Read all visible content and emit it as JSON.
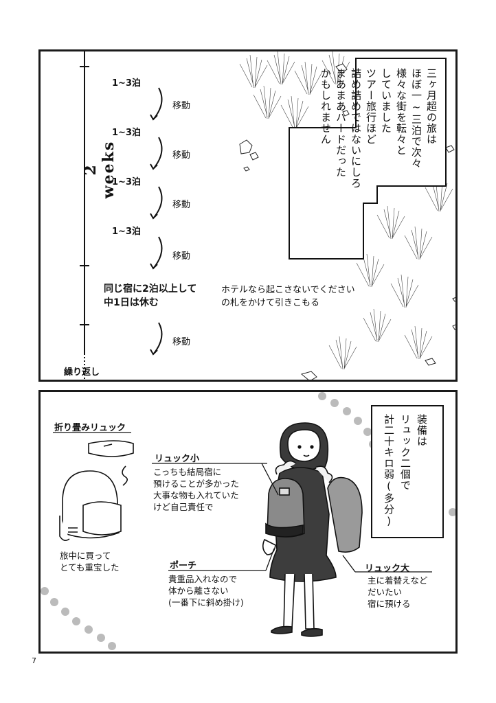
{
  "page_number": "7",
  "panel1": {
    "axis_label": "2 weeks",
    "repeat_label": "繰り返し",
    "steps": [
      {
        "stay": "1~3泊",
        "move": "移動"
      },
      {
        "stay": "1~3泊",
        "move": "移動"
      },
      {
        "stay": "1~3泊",
        "move": "移動"
      },
      {
        "stay": "1~3泊",
        "move": "移動"
      }
    ],
    "rest_title": "同じ宿に2泊以上して\n中1日は休む",
    "rest_note": "ホテルなら起こさないでください\nの札をかけて引きこもる",
    "rest_move": "移動",
    "narration": "三ヶ月超の旅は\nほぼ一~三泊で次々\n様々な街を転々と\nしていました\nツアー旅行ほど\n詰め詰めではないにしろ\nまあまあハードだった\nかもしれません"
  },
  "panel2": {
    "fold_bag_label": "折り畳みリュック",
    "fold_bag_note": "旅中に買って\nとても重宝した",
    "small_bag_label": "リュック小",
    "small_bag_note": "こっちも結局宿に\n預けることが多かった\n大事な物も入れていた\nけど自己責任で",
    "pouch_label": "ポーチ",
    "pouch_note": "貴重品入れなので\n体から離さない\n(一番下に斜め掛け)",
    "big_bag_label": "リュック大",
    "big_bag_note": "主に着替えなど\nだいたい\n宿に預ける",
    "narration": "装備は\nリュック二個で\n計二十キロ弱(多分)"
  }
}
